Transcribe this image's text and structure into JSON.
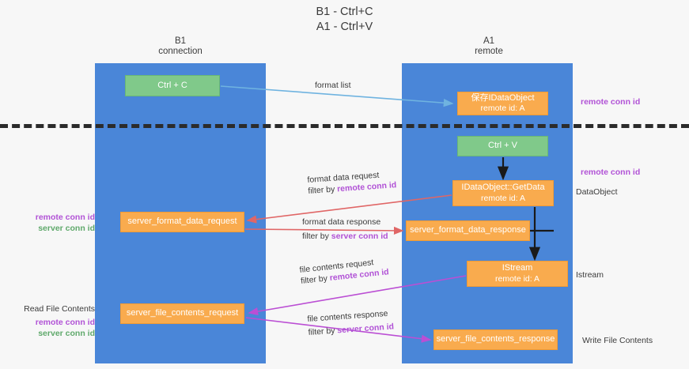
{
  "title": {
    "line1": "B1 - Ctrl+C",
    "line2": "A1 - Ctrl+V"
  },
  "lanes": [
    {
      "id": "b1",
      "name": "B1",
      "role": "connection",
      "color": "#4a86d8"
    },
    {
      "id": "a1",
      "name": "A1",
      "role": "remote",
      "color": "#4a86d8"
    }
  ],
  "colors": {
    "lane": "#4a86d8",
    "green_box": "#80c98a",
    "orange_box": "#f9ab4e",
    "remote_conn_id": "#b152d6",
    "server_conn_id": "#5fa96b",
    "arrow_blue": "#6fb3e0",
    "arrow_red": "#e06666",
    "arrow_purple": "#bb4fd4",
    "arrow_black": "#1a1a1a",
    "divider": "#2b2b2b"
  },
  "boxes": {
    "ctrl_c": {
      "label": "Ctrl + C",
      "type": "green"
    },
    "save_idataobject": {
      "line1": "保存IDataObject",
      "line2": "remote id: A",
      "type": "orange"
    },
    "ctrl_v": {
      "label": "Ctrl + V",
      "type": "green"
    },
    "getdata": {
      "line1": "IDataObject::GetData",
      "line2": "remote id: A",
      "type": "orange"
    },
    "server_format_data_request": {
      "label": "server_format_data_request",
      "type": "orange"
    },
    "server_format_data_response": {
      "label": "server_format_data_response",
      "type": "orange"
    },
    "istream": {
      "line1": "IStream",
      "line2": "remote id: A",
      "type": "orange"
    },
    "server_file_contents_request": {
      "label": "server_file_contents_request",
      "type": "orange"
    },
    "server_file_contents_response": {
      "label": "server_file_contents_response",
      "type": "orange"
    }
  },
  "edge_labels": {
    "format_list": "format list",
    "format_data_request": "format data request",
    "format_data_request_filter_prefix": "filter by ",
    "format_data_request_filter_key": "remote conn id",
    "format_data_response": "format data response",
    "format_data_response_filter_prefix": "filter by ",
    "format_data_response_filter_key": "server conn id",
    "file_contents_request": "file contents request",
    "file_contents_request_filter_prefix": "filter by ",
    "file_contents_request_filter_key": "remote conn id",
    "file_contents_response": "file contents response",
    "file_contents_response_filter_prefix": "filter by ",
    "file_contents_response_filter_key": "server conn id"
  },
  "annotations": {
    "right_top_remote_conn_id": "remote conn id",
    "right_mid_remote_conn_id": "remote conn id",
    "right_dataobject": "DataObject",
    "right_istream": "Istream",
    "right_write_file_contents": "Write File Contents",
    "left_remote_conn_id": "remote conn id",
    "left_server_conn_id": "server conn id",
    "left_read_file_contents": "Read File Contents",
    "left_remote_conn_id_2": "remote conn id",
    "left_server_conn_id_2": "server conn id"
  }
}
